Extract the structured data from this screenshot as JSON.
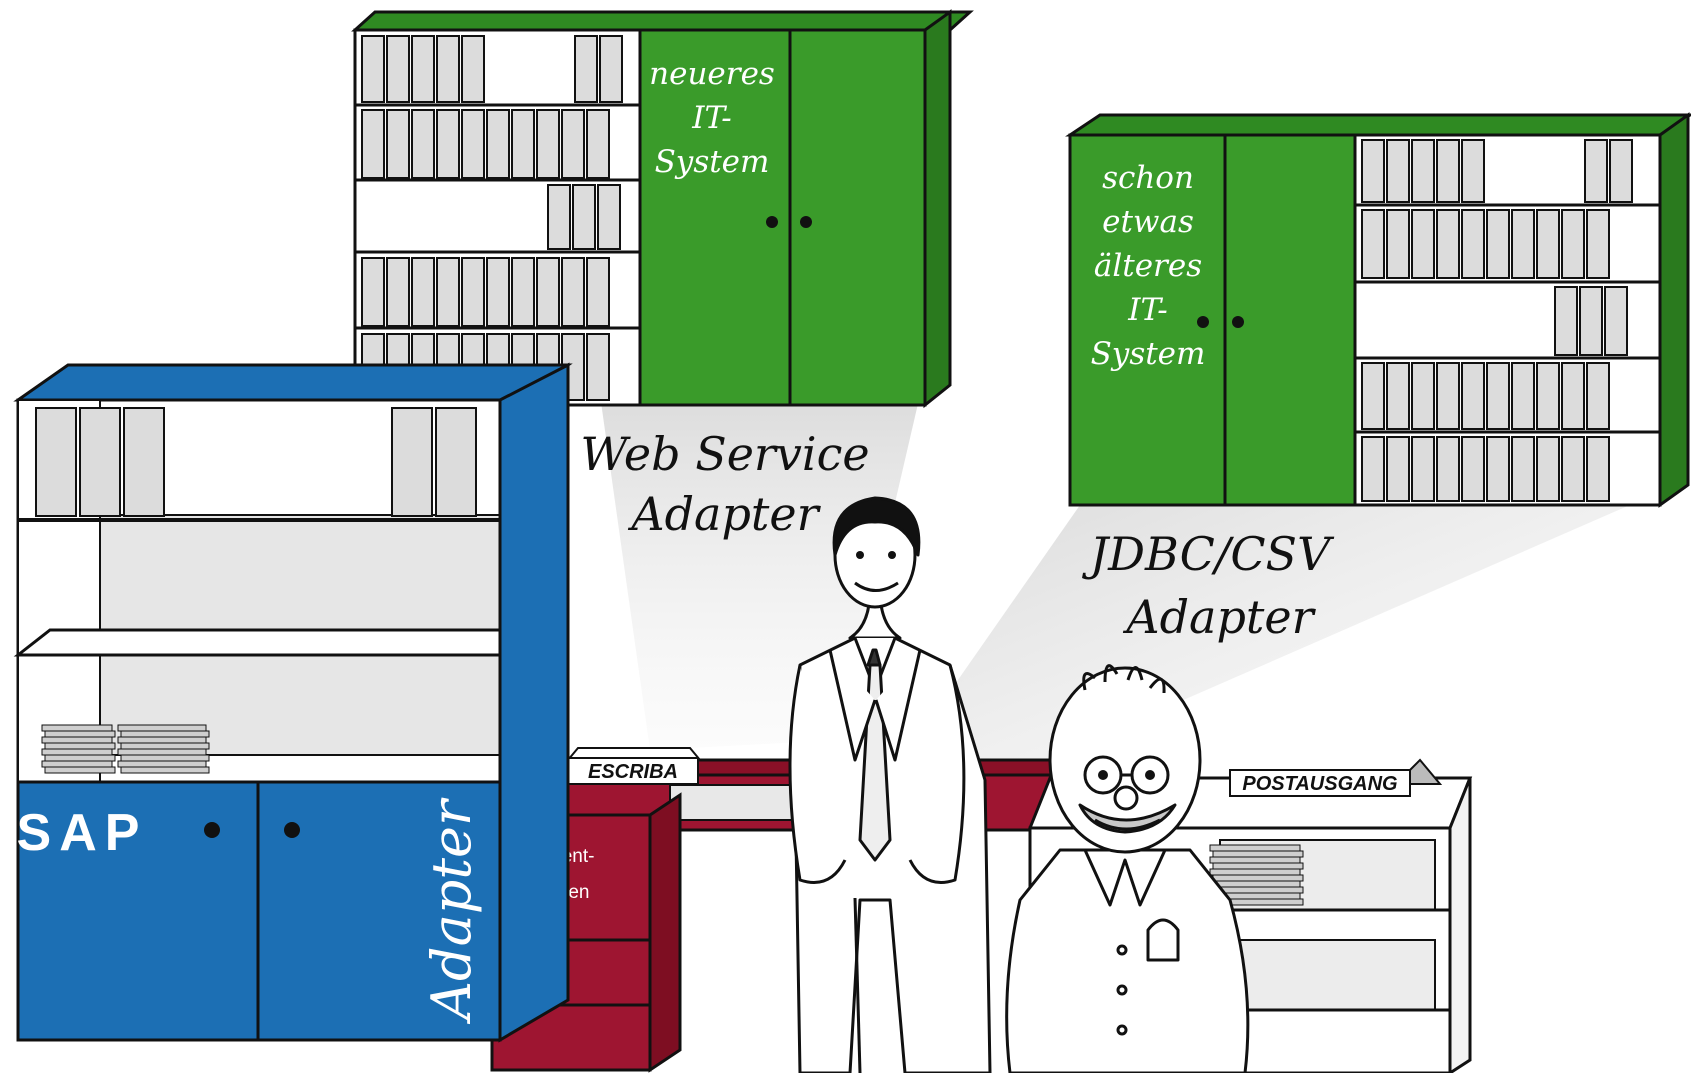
{
  "labels": {
    "newer_system": [
      "neueres",
      "IT-",
      "System"
    ],
    "older_system": [
      "schon",
      "etwas",
      "älteres",
      "IT-",
      "System"
    ],
    "web_service_adapter": [
      "Web Service",
      "Adapter"
    ],
    "jdbc_csv_adapter": [
      "JDBC/CSV",
      "Adapter"
    ],
    "sap": "SAP",
    "adapter_vertical": "Adapter",
    "escriba": "ESCRIBA",
    "postausgang": "POSTAUSGANG",
    "document_templates": [
      "Dokument-",
      "Vorlagen"
    ]
  },
  "colors": {
    "green_cabinet": "#3a9b2a",
    "blue_cabinet": "#1c6fb4",
    "red_desk": "#9e1531",
    "outline": "#111111",
    "binder_fill": "#dcdcdc",
    "beam": "#e6e6e6"
  },
  "icons": {
    "man": "businessman-figure",
    "mascot": "round-head-clerk-figure"
  }
}
